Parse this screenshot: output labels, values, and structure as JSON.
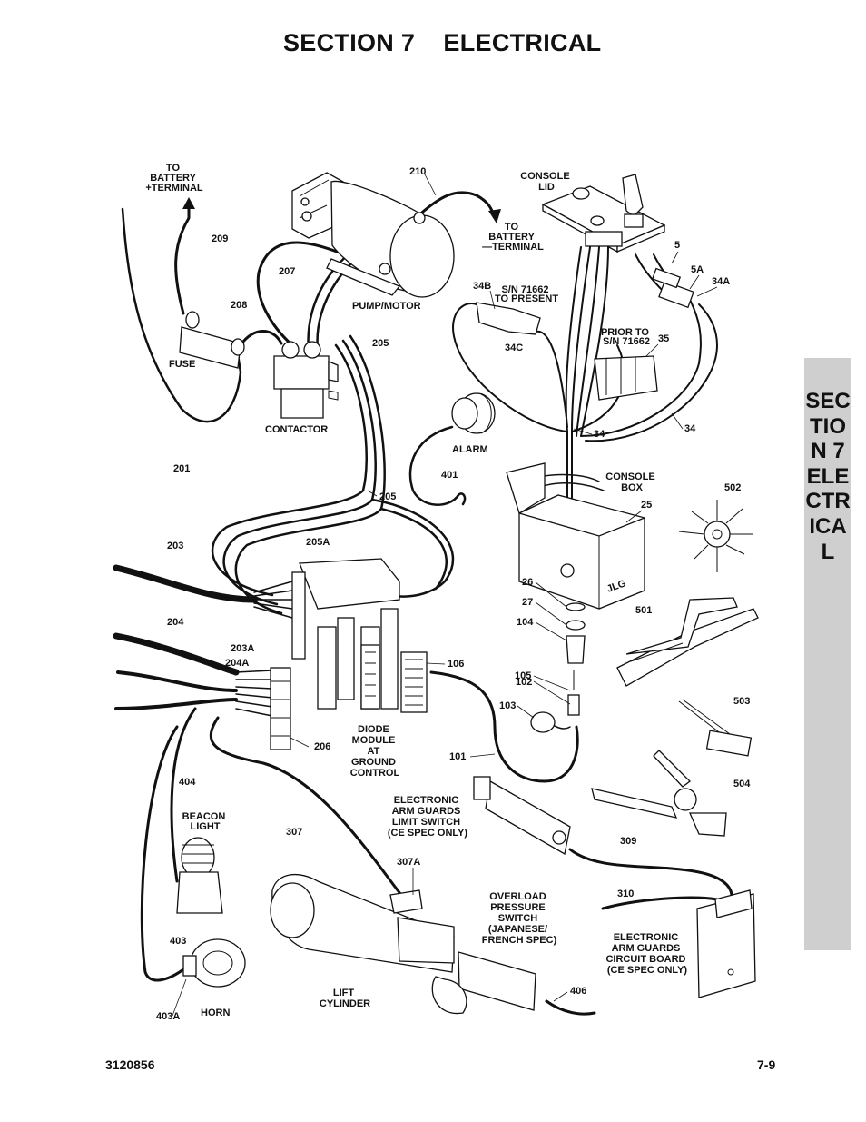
{
  "header": {
    "title": "SECTION 7    ELECTRICAL"
  },
  "side_tab": {
    "text": "SECTION 7 ELECTRICAL"
  },
  "footer": {
    "doc_number": "3120856",
    "page_number": "7-9"
  },
  "labels": {
    "to_battery_pos": [
      "TO",
      "BATTERY",
      "+TERMINAL"
    ],
    "to_battery_neg": [
      "TO",
      "BATTERY",
      "—TERMINAL"
    ],
    "console_lid": [
      "CONSOLE",
      "LID"
    ],
    "pump_motor": "PUMP/MOTOR",
    "fuse": "FUSE",
    "contactor": "CONTACTOR",
    "alarm": "ALARM",
    "sn_present": [
      "S/N 71662",
      "TO PRESENT"
    ],
    "prior_to": [
      "PRIOR TO",
      "S/N 71662"
    ],
    "console_box": [
      "CONSOLE",
      "BOX"
    ],
    "diode_module": [
      "DIODE",
      "MODULE",
      "AT",
      "GROUND",
      "CONTROL"
    ],
    "beacon_light": [
      "BEACON",
      "LIGHT"
    ],
    "horn": "HORN",
    "lift_cylinder": [
      "LIFT",
      "CYLINDER"
    ],
    "arm_guards_switch": [
      "ELECTRONIC",
      "ARM GUARDS",
      "LIMIT SWITCH",
      "(CE SPEC ONLY)"
    ],
    "overload_switch": [
      "OVERLOAD",
      "PRESSURE",
      "SWITCH",
      "(JAPANESE/",
      "FRENCH SPEC)"
    ],
    "circuit_board": [
      "ELECTRONIC",
      "ARM GUARDS",
      "CIRCUIT BOARD",
      "(CE SPEC ONLY)"
    ],
    "jlg_logo": "JLG"
  },
  "callouts": {
    "c210": "210",
    "c209": "209",
    "c207": "207",
    "c208": "208",
    "c205a_top": "205",
    "c201": "201",
    "c5": "5",
    "c5a": "5A",
    "c34a": "34A",
    "c34b": "34B",
    "c34c": "34C",
    "c35": "35",
    "c34_mid": "34",
    "c34_right": "34",
    "c401": "401",
    "c25": "25",
    "c205_mid": "205",
    "c203": "203",
    "c205a": "205A",
    "c502": "502",
    "c26": "26",
    "c27": "27",
    "c104": "104",
    "c501": "501",
    "c204": "204",
    "c203a": "203A",
    "c204a": "204A",
    "c106": "106",
    "c105": "105",
    "c102": "102",
    "c103": "103",
    "c503": "503",
    "c206": "206",
    "c101": "101",
    "c404": "404",
    "c504": "504",
    "c307": "307",
    "c309": "309",
    "c307a": "307A",
    "c310": "310",
    "c403": "403",
    "c406": "406",
    "c403a": "403A"
  }
}
